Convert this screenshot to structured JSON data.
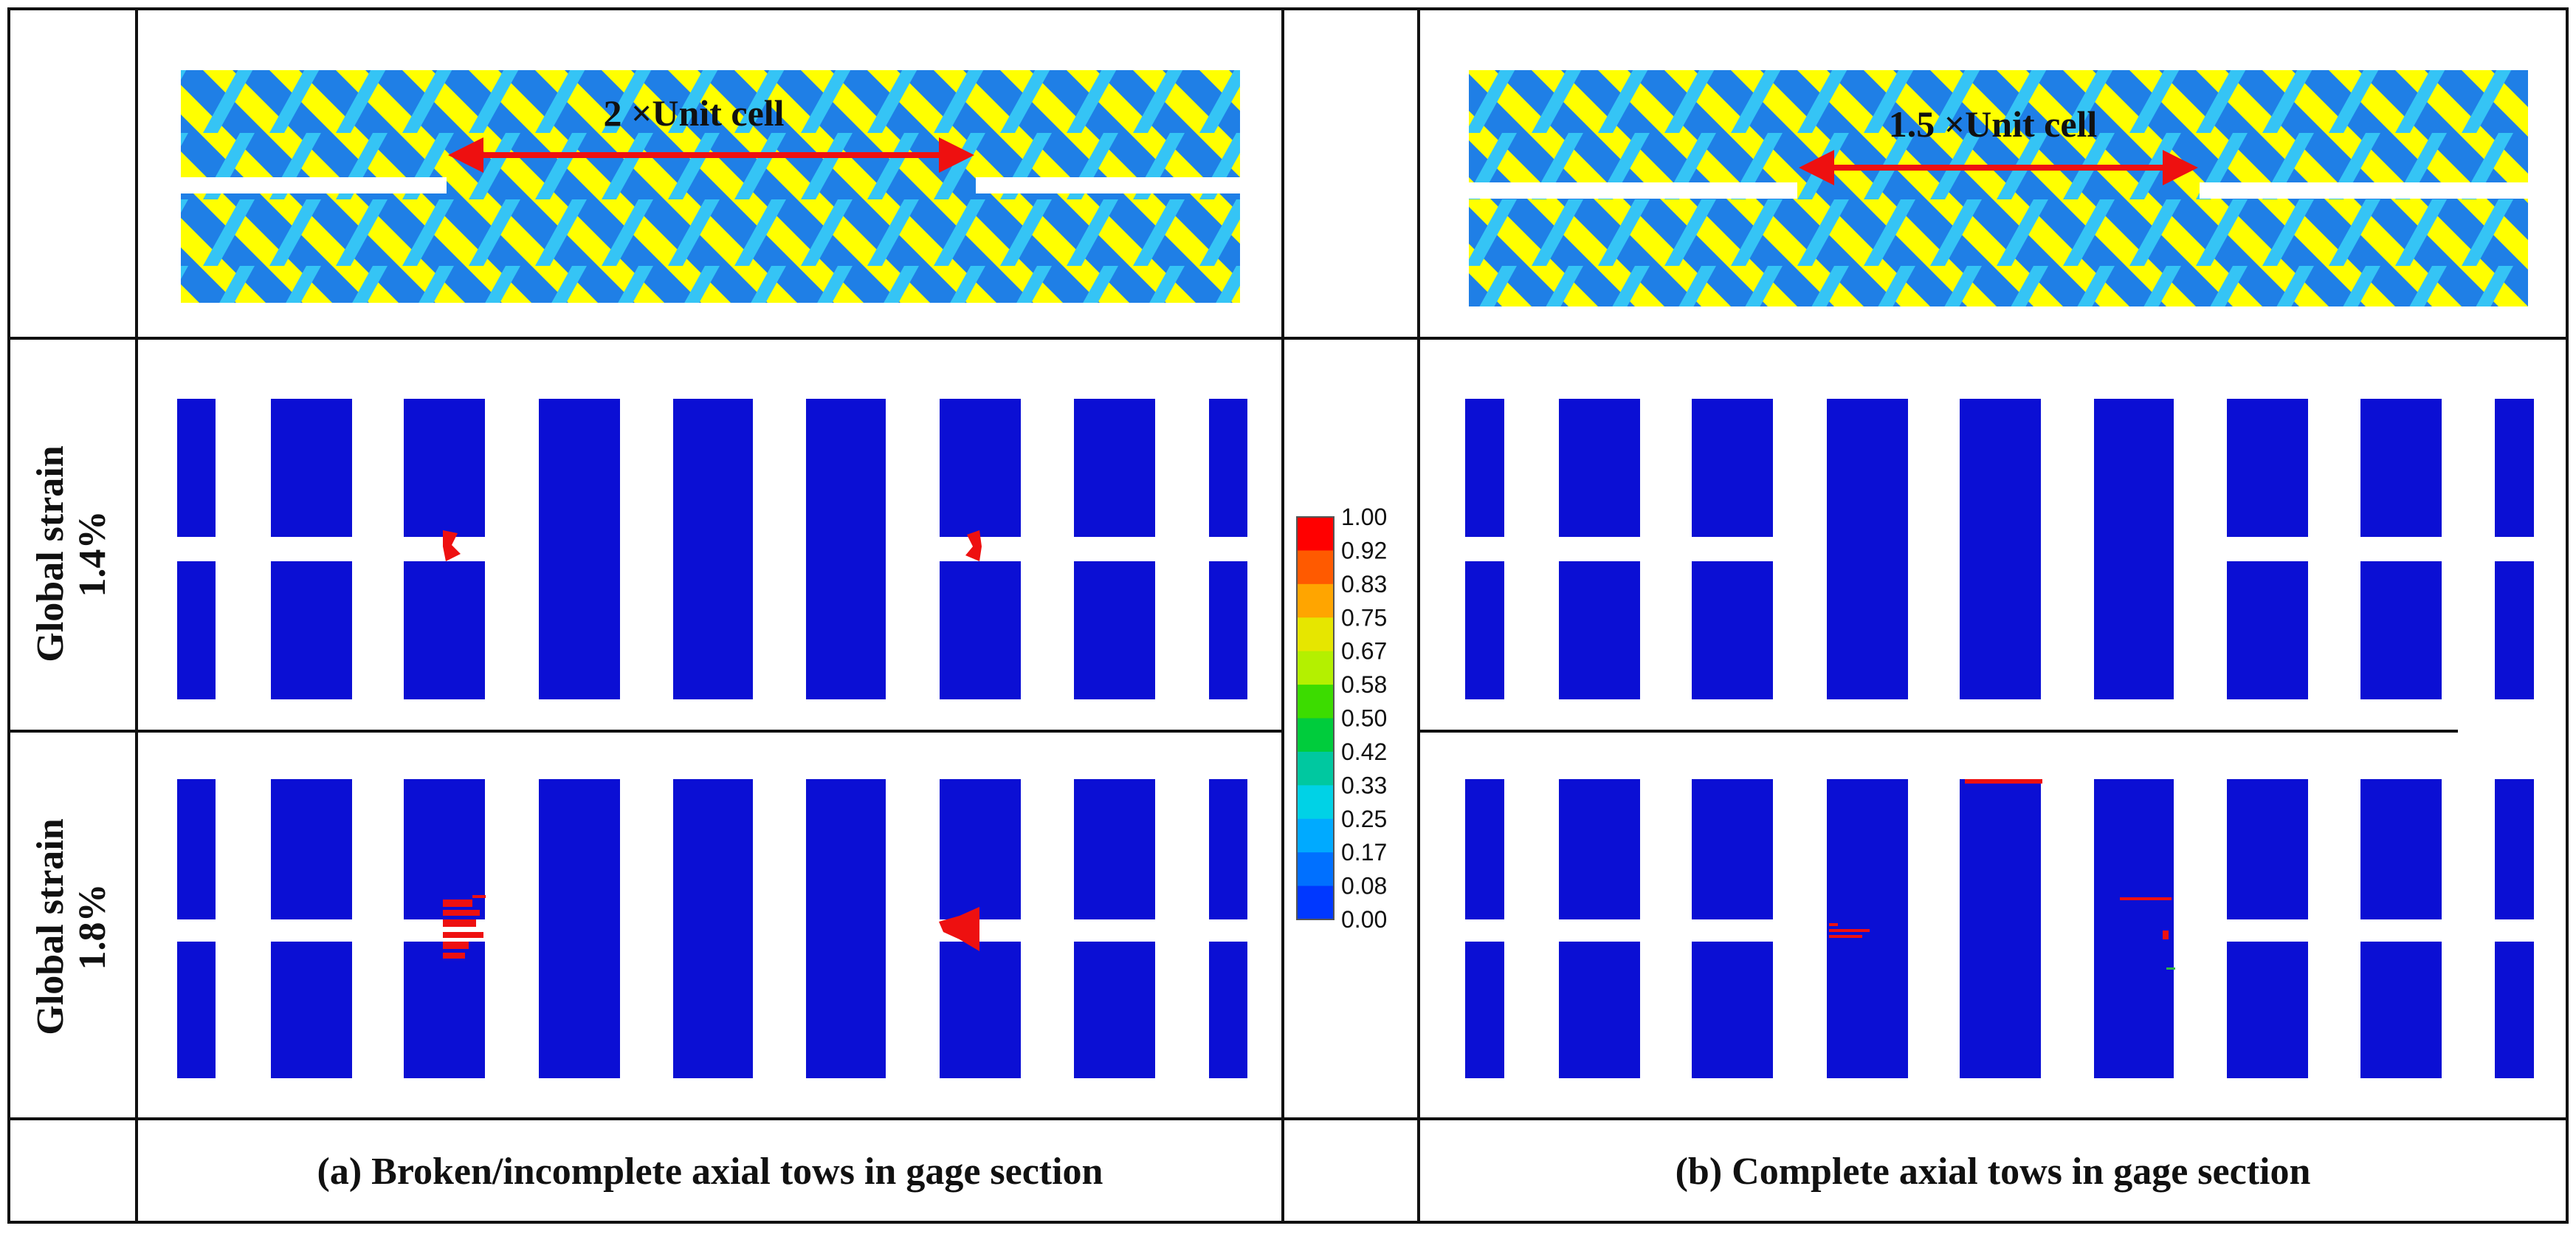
{
  "colors": {
    "tow_blue": "#0b0fd4",
    "weave_yellow": "#ffff00",
    "weave_blue": "#1f7fe6",
    "weave_cyan": "#35c4f5",
    "arrow_red": "#ee1010",
    "grid_line": "#111111"
  },
  "panels": {
    "a": {
      "arrow_label": "2 ×Unit cell",
      "caption": "(a) Broken/incomplete axial tows in gage section"
    },
    "b": {
      "arrow_label": "1.5 ×Unit cell",
      "caption": "(b) Complete axial tows in gage section"
    }
  },
  "rows": {
    "strain_1": {
      "line1": "Global strain",
      "line2": "1.4%"
    },
    "strain_2": {
      "line1": "Global strain",
      "line2": "1.8%"
    }
  },
  "legend": {
    "ticks": [
      "1.00",
      "0.92",
      "0.83",
      "0.75",
      "0.67",
      "0.58",
      "0.50",
      "0.42",
      "0.33",
      "0.25",
      "0.17",
      "0.08",
      "0.00"
    ],
    "colors": [
      "#ff0000",
      "#ff5a00",
      "#ffa500",
      "#e6e600",
      "#b4f000",
      "#3cdc00",
      "#00cc3c",
      "#00c8a0",
      "#00d2e6",
      "#00aaff",
      "#0070ff",
      "#0038ff"
    ]
  }
}
